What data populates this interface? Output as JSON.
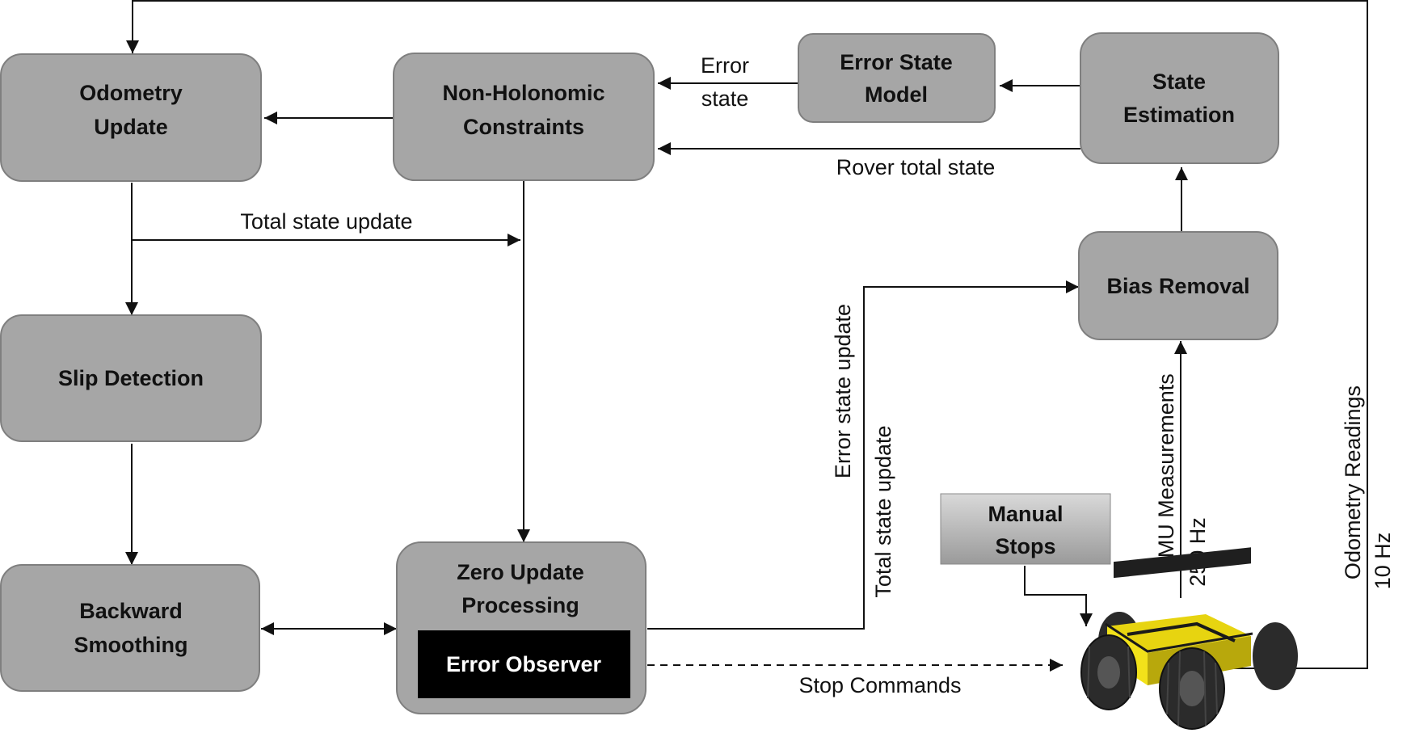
{
  "nodes": {
    "odometry_update": [
      "Odometry",
      "Update"
    ],
    "non_holonomic": [
      "Non-Holonomic",
      "Constraints"
    ],
    "error_state_model": [
      "Error State",
      "Model"
    ],
    "state_estimation": [
      "State",
      "Estimation"
    ],
    "slip_detection": "Slip Detection",
    "backward_smoothing": [
      "Backward",
      "Smoothing"
    ],
    "zero_update": [
      "Zero Update",
      "Processing"
    ],
    "error_observer": "Error Observer",
    "bias_removal": "Bias Removal",
    "manual_stops": [
      "Manual",
      "Stops"
    ]
  },
  "labels": {
    "error_state": [
      "Error",
      "state"
    ],
    "rover_total_state": "Rover total state",
    "total_state_update_h": "Total state update",
    "error_state_update_v": "Error state update",
    "total_state_update_v": "Total state update",
    "imu_measurements": "IMU Measurements",
    "imu_rate": "250 Hz",
    "odometry_readings": "Odometry Readings",
    "odometry_rate": "10 Hz",
    "stop_commands": "Stop Commands"
  },
  "colors": {
    "box_fill": "#a6a6a6",
    "box_stroke": "#7f7f7f",
    "observer_fill": "#000000",
    "rover_body": "#f2e21a",
    "rover_wheels": "#2b2b2b"
  }
}
